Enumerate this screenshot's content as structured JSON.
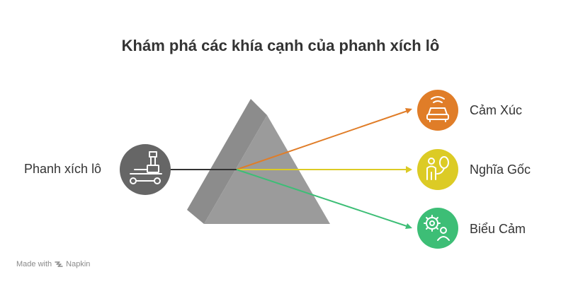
{
  "title": "Khám phá các khía cạnh của phanh xích lô",
  "input": {
    "label": "Phanh xích lô",
    "icon": "cyclo-brake-icon",
    "color": "#666666"
  },
  "outputs": [
    {
      "label": "Cảm Xúc",
      "icon": "car-signal-icon",
      "color": "#E07D28"
    },
    {
      "label": "Nghĩa Gốc",
      "icon": "person-balloon-icon",
      "color": "#DCCB25"
    },
    {
      "label": "Biểu Cảm",
      "icon": "gear-person-icon",
      "color": "#3DBE76"
    }
  ],
  "prism_color": "#999999",
  "footer": {
    "made_with": "Made with",
    "brand": "Napkin",
    "icon": "napkin-logo-icon"
  }
}
